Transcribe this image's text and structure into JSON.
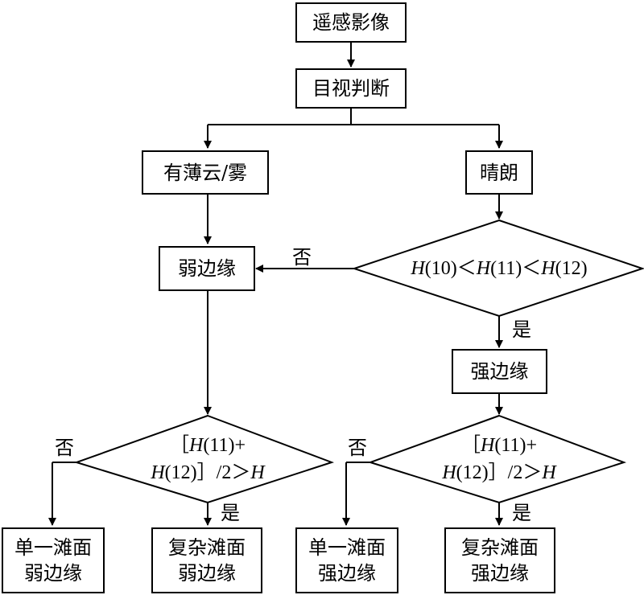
{
  "nodes": {
    "remote_sensing_image": "遥感影像",
    "visual_judgment": "目视判断",
    "thin_cloud_fog": "有薄云/雾",
    "clear": "晴朗",
    "weak_edge": "弱边缘",
    "strong_edge": "强边缘",
    "single_flat_weak": [
      "单一滩面",
      "弱边缘"
    ],
    "complex_flat_weak": [
      "复杂滩面",
      "弱边缘"
    ],
    "single_flat_strong": [
      "单一滩面",
      "强边缘"
    ],
    "complex_flat_strong": [
      "复杂滩面",
      "强边缘"
    ]
  },
  "decisions": {
    "histogram_order": "H(10)＜H(11)＜H(12)",
    "threshold_line1": "［H(11)+",
    "threshold_line2": "H(12)］/2＞H"
  },
  "edge_labels": {
    "no": "否",
    "yes": "是"
  }
}
